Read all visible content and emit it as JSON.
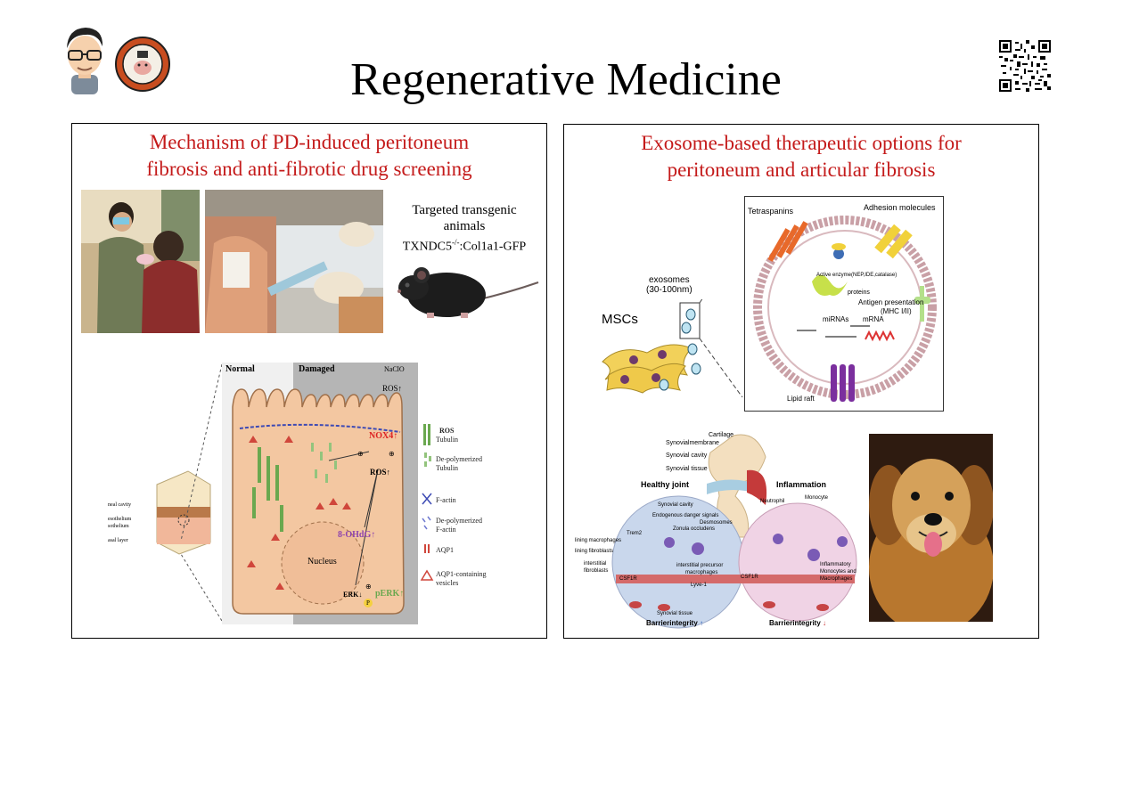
{
  "slide": {
    "title": "Regenerative Medicine"
  },
  "left_panel": {
    "heading_line1": "Mechanism of PD-induced peritoneum",
    "heading_line2": "fibrosis and anti-fibrotic drug screening",
    "transgenic_label_line1": "Targeted transgenic",
    "transgenic_label_line2": "animals",
    "genotype_prefix": "TXNDC5",
    "genotype_superscript": "-/-",
    "genotype_suffix": ":Col1a1-GFP",
    "cell_diagram": {
      "normal_label": "Normal",
      "damaged_label": "Damaged",
      "naclo_label": "NaClO",
      "ros_top": "ROS↑",
      "nox4_label": "NOX4↑",
      "ros_mid": "ROS↑",
      "ohdg_label": "8-OHdG↑",
      "nucleus_label": "Nucleus",
      "erk_label": "ERK↓",
      "perk_label": "pERK↑",
      "p_label": "P",
      "plus1": "⊕",
      "plus2": "⊕",
      "plus3": "⊕"
    },
    "tissue_block_labels": [
      "neal cavity",
      "esothelium",
      "sothelium",
      "asal layer"
    ],
    "legend": [
      {
        "label": "ROS",
        "sub": "Tubulin",
        "color": "#6aa84f"
      },
      {
        "label": "De-polymerized",
        "sub": "Tubulin",
        "color": "#93c47d"
      },
      {
        "label": "F-actin",
        "sub": "",
        "color": "#3d4ab4"
      },
      {
        "label": "De-polymerized",
        "sub": "F-actin",
        "color": "#6f7ad0"
      },
      {
        "label": "AQP1",
        "sub": "",
        "color": "#d0463b"
      },
      {
        "label": "AQP1-containing",
        "sub": "vesicles",
        "color": "#d0463b"
      }
    ]
  },
  "right_panel": {
    "heading_line1": "Exosome-based therapeutic options for",
    "heading_line2": "peritoneum and articular fibrosis",
    "exosome": {
      "msc_label": "MSCs",
      "exosomes_label_line1": "exosomes",
      "exosomes_label_line2": "(30-100nm)",
      "tetraspanins": "Tetraspanins",
      "adhesion": "Adhesion molecules",
      "enzyme": "Active enzyme(NEP,IDE,catalase)",
      "proteins": "proteins",
      "antigen_line1": "Antigen presentation",
      "antigen_line2": "(MHC I/II)",
      "mirnas": "miRNAs",
      "mrna": "mRNA",
      "lipid_raft": "Lipid raft"
    },
    "joint": {
      "cartilage": "Cartilage",
      "synovial_membrane": "Synovialmembrane",
      "synovial_cavity": "Synovial cavity",
      "synovial_tissue": "Synovial tissue",
      "healthy_joint": "Healthy joint",
      "inflammation": "Inflammation",
      "cavity_inner": "Synovial cavity",
      "danger_signals": "Endogenous danger signals",
      "zonula": "Zonula occludens",
      "desmosomes": "Desmosomes",
      "trem2": "Trem2",
      "lining_macrophages": "lining macrophages",
      "lining_fibroblasts": "lining fibroblasts",
      "interstitial_fibroblasts_1": "interstitial",
      "interstitial_fibroblasts_2": "fibroblasts",
      "csf1r": "CSF1R",
      "precursor_1": "interstitial precursor",
      "precursor_2": "macrophages",
      "lyve1": "Lyve-1",
      "synovial_tissue_inner": "Synovial tissue",
      "barrier_left": "Barrierintegrity",
      "barrier_right": "Barrierintegrity",
      "neutrophil": "Neutrophil",
      "monocyte": "Monocyte",
      "csf1r_right": "CSF1R",
      "inflammatory_1": "Inflammatory",
      "inflammatory_2": "Monocytes and",
      "inflammatory_3": "Macrophages",
      "up_arrow": "↑",
      "down_arrow": "↓"
    }
  }
}
